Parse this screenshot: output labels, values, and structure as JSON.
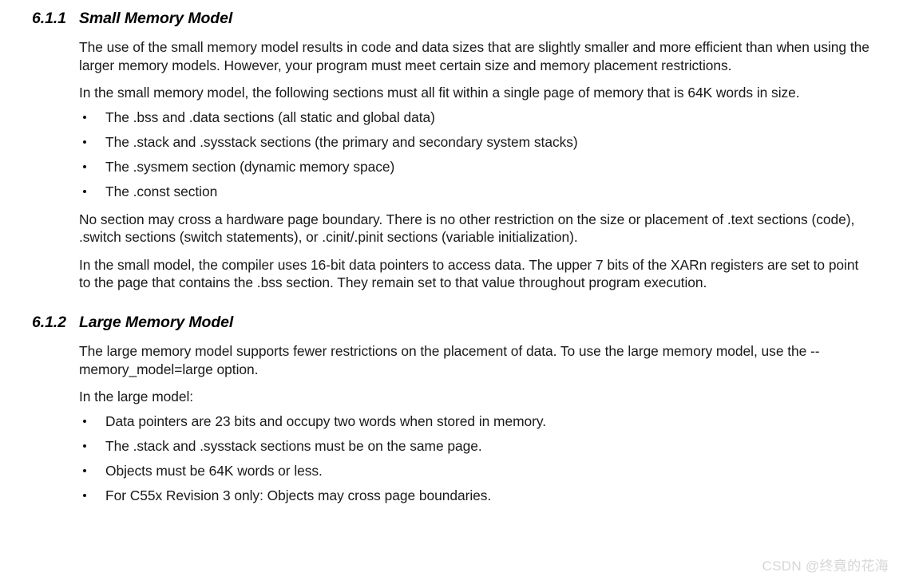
{
  "document": {
    "sections": [
      {
        "number": "6.1.1",
        "title": "Small Memory Model",
        "blocks": [
          {
            "type": "paragraph",
            "text": "The use of the small memory model results in code and data sizes that are slightly smaller and more efficient than when using the larger memory models. However, your program must meet certain size and memory placement restrictions."
          },
          {
            "type": "paragraph",
            "text": "In the small memory model, the following sections must all fit within a single page of memory that is 64K words in size."
          },
          {
            "type": "list",
            "items": [
              "The .bss and .data sections (all static and global data)",
              "The .stack and .sysstack sections (the primary and secondary system stacks)",
              "The .sysmem section (dynamic memory space)",
              "The .const section"
            ]
          },
          {
            "type": "paragraph",
            "text": "No section may cross a hardware page boundary. There is no other restriction on the size or placement of .text sections (code), .switch sections (switch statements), or .cinit/.pinit sections (variable initialization)."
          },
          {
            "type": "paragraph",
            "text": "In the small model, the compiler uses 16-bit data pointers to access data. The upper 7 bits of the XARn registers are set to point to the page that contains the .bss section. They remain set to that value throughout program execution."
          }
        ]
      },
      {
        "number": "6.1.2",
        "title": "Large Memory Model",
        "blocks": [
          {
            "type": "paragraph",
            "text": "The large memory model supports fewer restrictions on the placement of data. To use the large memory model, use the --memory_model=large option."
          },
          {
            "type": "paragraph",
            "text": "In the large model:"
          },
          {
            "type": "list",
            "items": [
              "Data pointers are 23 bits and occupy two words when stored in memory.",
              "The .stack and .sysstack sections must be on the same page.",
              "Objects must be 64K words or less.",
              "For C55x Revision 3 only: Objects may cross page boundaries."
            ]
          }
        ]
      }
    ]
  },
  "watermark": {
    "text": "CSDN @终竟的花海",
    "color": "#d6d6d6"
  }
}
